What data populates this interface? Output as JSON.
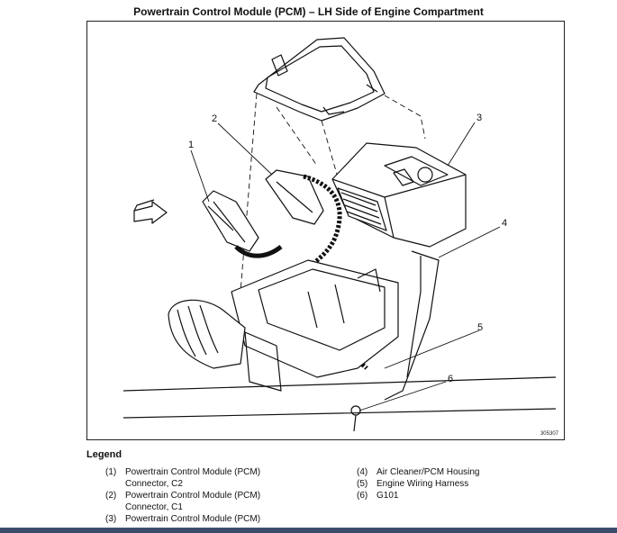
{
  "title": "Powertrain Control Module (PCM) – LH Side of Engine Compartment",
  "figure": {
    "id": "305307",
    "callouts": [
      "1",
      "2",
      "3",
      "4",
      "5",
      "6"
    ]
  },
  "legend": {
    "heading": "Legend",
    "items": [
      {
        "num": "(1)",
        "line1": "Powertrain Control Module (PCM)",
        "line2": "Connector, C2"
      },
      {
        "num": "(2)",
        "line1": "Powertrain Control Module (PCM)",
        "line2": "Connector, C1"
      },
      {
        "num": "(3)",
        "line1": "Powertrain Control Module (PCM)",
        "line2": ""
      },
      {
        "num": "(4)",
        "line1": "Air Cleaner/PCM Housing",
        "line2": ""
      },
      {
        "num": "(5)",
        "line1": "Engine Wiring Harness",
        "line2": ""
      },
      {
        "num": "(6)",
        "line1": "G101",
        "line2": ""
      }
    ]
  }
}
